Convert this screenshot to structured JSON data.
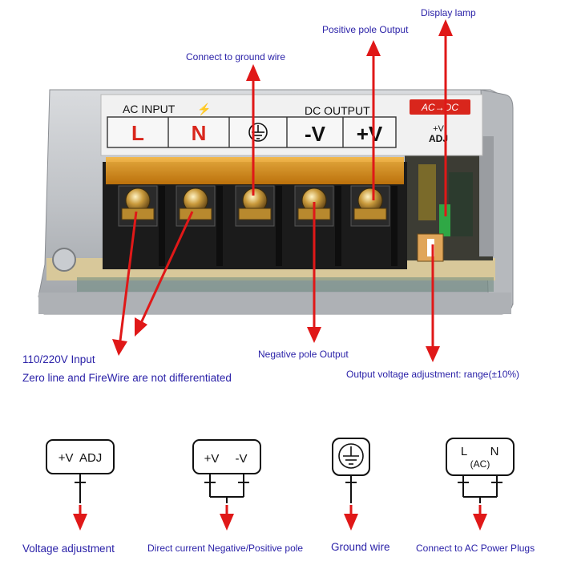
{
  "photo": {
    "panel": {
      "ac_input_label": "AC INPUT",
      "dc_output_label": "DC OUTPUT",
      "ac_dc_badge": "AC→DC",
      "terminal_l": "L",
      "terminal_n": "N",
      "terminal_neg": "-V",
      "terminal_pos": "+V",
      "adj_label_top": "+V",
      "adj_label_bottom": "ADJ"
    },
    "callouts": {
      "display_lamp": "Display lamp",
      "positive_output": "Positive pole Output",
      "ground_wire": "Connect to ground wire",
      "input_line1": "110/220V Input",
      "input_line2": "Zero line and  FireWire are not differentiated",
      "negative_output": "Negative pole Output",
      "voltage_adjust": "Output voltage adjustment: range(±10%)"
    }
  },
  "legend": {
    "items": [
      {
        "symbol_text": "+V  ADJ",
        "caption": "Voltage adjustment"
      },
      {
        "symbol_text_a": "+V",
        "symbol_text_b": "-V",
        "caption": "Direct current Negative/Positive pole"
      },
      {
        "caption": "Ground wire"
      },
      {
        "symbol_text_a": "L",
        "symbol_text_b": "N",
        "symbol_text_c": "(AC)",
        "caption": "Connect to AC Power Plugs"
      }
    ]
  },
  "colors": {
    "arrow": "#e01818",
    "label_text": "#2b22a8",
    "terminal_red": "#d9261c",
    "cover": "#e79a1a",
    "terminal_block": "#1b1b1b",
    "case": "#c9ccd0"
  }
}
